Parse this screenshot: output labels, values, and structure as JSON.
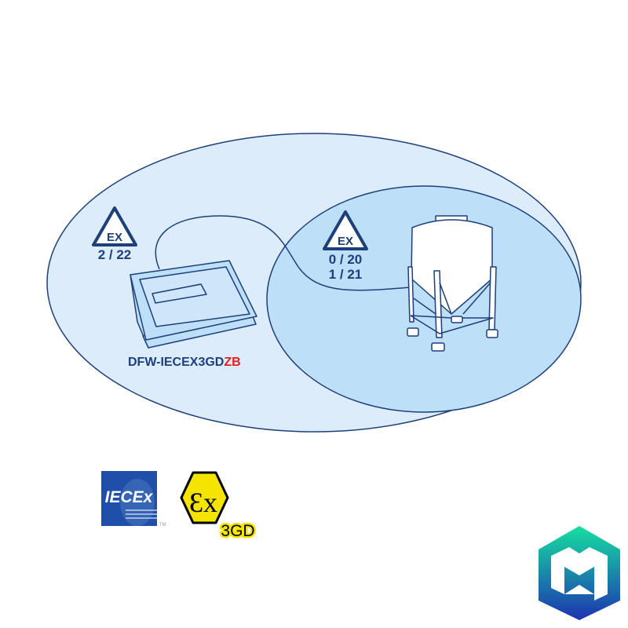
{
  "zones": {
    "outer": {
      "ex_label": "EX",
      "zone_line1": "2 / 22"
    },
    "inner": {
      "ex_label": "EX",
      "zone_line1": "0 / 20",
      "zone_line2": "1 / 21"
    }
  },
  "device": {
    "model_prefix": "DFW-IECEX3GD",
    "model_suffix": "ZB"
  },
  "logos": {
    "iecex": {
      "text": "IECEx",
      "tm": "TM"
    },
    "atex": {
      "symbol": "Ex",
      "category": "3GD"
    }
  },
  "colors": {
    "outline": "#1d3f7a",
    "outer_zone": "#dcecfb",
    "inner_zone": "#bedff8",
    "suffix_red": "#e3201b",
    "atex_yellow": "#f5e400",
    "iecex_blue": "#1f4fa8"
  }
}
